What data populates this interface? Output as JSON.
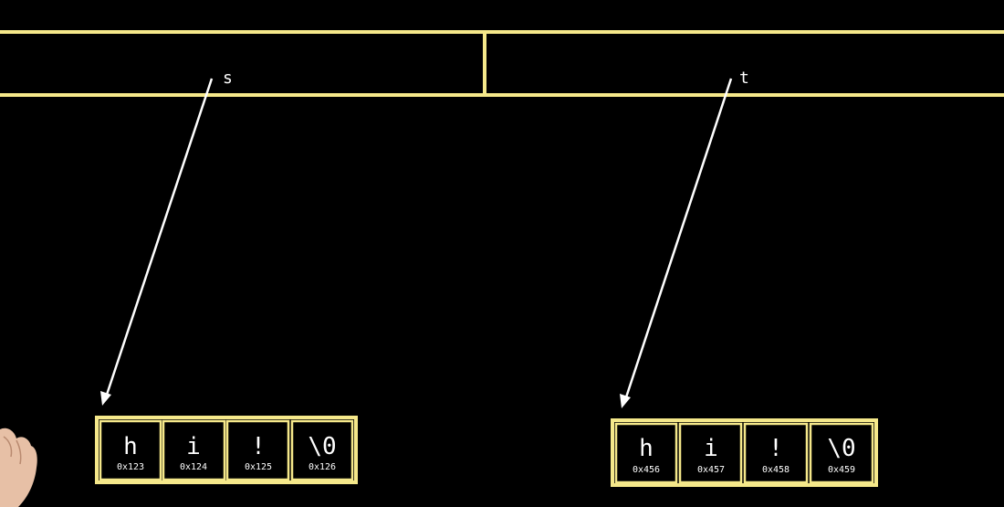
{
  "colors": {
    "background": "#000000",
    "outline": "#f5e88a",
    "text": "#ffffff"
  },
  "variables": [
    {
      "name": "s",
      "cells": [
        {
          "char": "h",
          "addr": "0x123"
        },
        {
          "char": "i",
          "addr": "0x124"
        },
        {
          "char": "!",
          "addr": "0x125"
        },
        {
          "char": "\\0",
          "addr": "0x126"
        }
      ]
    },
    {
      "name": "t",
      "cells": [
        {
          "char": "h",
          "addr": "0x456"
        },
        {
          "char": "i",
          "addr": "0x457"
        },
        {
          "char": "!",
          "addr": "0x458"
        },
        {
          "char": "\\0",
          "addr": "0x459"
        }
      ]
    }
  ]
}
